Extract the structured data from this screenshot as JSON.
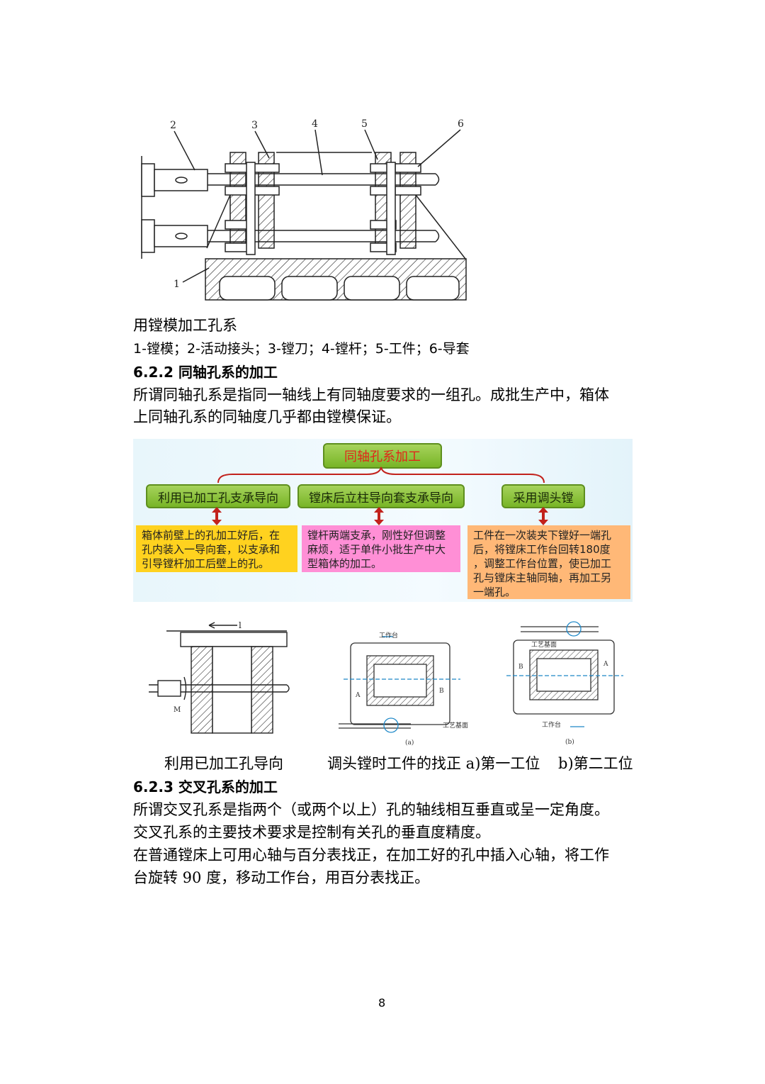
{
  "figure1": {
    "labels": [
      "1",
      "2",
      "3",
      "4",
      "5",
      "6"
    ],
    "caption": "用镗模加工孔系",
    "legend": "1-镗模；2-活动接头；3-镗刀；4-镗杆；5-工件；6-导套"
  },
  "section_622": {
    "heading": "6.2.2 同轴孔系的加工",
    "para_line1": "所谓同轴孔系是指同一轴线上有同轴度要求的一组孔。成批生产中，箱体",
    "para_line2": "上同轴孔系的同轴度几乎都由镗模保证。"
  },
  "diagram": {
    "root": "同轴孔系加工",
    "methods": [
      {
        "label": "利用已加工孔支承导向",
        "desc": [
          "箱体前壁上的孔加工好后，在",
          "孔内装入一导向套，以支承和",
          "引导镗杆加工后壁上的孔。"
        ],
        "color": "#ffd21f"
      },
      {
        "label": "镗床后立柱导向套支承导向",
        "desc": [
          "镗杆两端支承，刚性好但调整",
          "麻烦，适于单件小批生产中大",
          "型箱体的加工。"
        ],
        "color": "#ff8fd6"
      },
      {
        "label": "采用调头镗",
        "desc": [
          "工件在一次装夹下镗好一端孔",
          "后，将镗床工作台回转180度",
          "，调整工作台位置，使已加工",
          "孔与镗床主轴同轴，再加工另",
          "一端孔。"
        ],
        "color": "#ffb877"
      }
    ],
    "arrow_color": "#c2221c"
  },
  "figure2": {
    "left_labels": {
      "force": "l",
      "moment": "M"
    },
    "mid_labels": {
      "table": "工作台",
      "datum": "工艺基面",
      "a": "A",
      "b": "B",
      "sub": "(a)"
    },
    "right_labels": {
      "table": "工作台",
      "datum": "工艺基面",
      "a": "A",
      "b": "B",
      "sub": "(b)"
    },
    "caption_left": "利用已加工孔导向",
    "caption_right_1": "调头镗时工件的找正 a)第一工位",
    "caption_right_2": "b)第二工位"
  },
  "section_623": {
    "heading": "6.2.3 交叉孔系的加工",
    "line1": "所谓交叉孔系是指两个（或两个以上）孔的轴线相互垂直或呈一定角度。",
    "line2": "交叉孔系的主要技术要求是控制有关孔的垂直度精度。",
    "line3": "在普通镗床上可用心轴与百分表找正，在加工好的孔中插入心轴，将工作",
    "line4": "台旋转 90 度，移动工作台，用百分表找正。"
  },
  "page_number": "8"
}
